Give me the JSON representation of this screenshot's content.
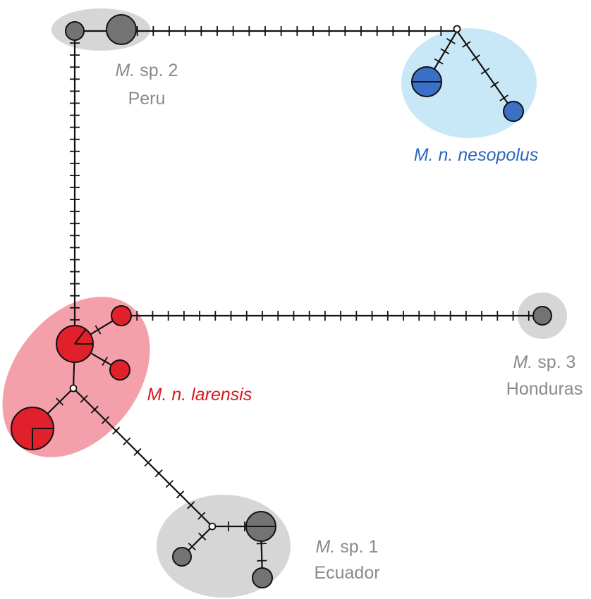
{
  "colors": {
    "group_gray_fill": "#d6d6d6",
    "group_blue_fill": "#c9e8f7",
    "group_red_fill": "#f4a0ab",
    "node_gray": "#737373",
    "node_blue": "#3a70c5",
    "node_red": "#e0202a",
    "label_gray": "#8a8a8a",
    "label_blue": "#2c67bb",
    "label_red": "#d71920",
    "edge": "#111111"
  },
  "groups": [
    {
      "id": "sp2",
      "genus": "M.",
      "name": "sp. 2",
      "region": "Peru",
      "color": "gray"
    },
    {
      "id": "nesopolus",
      "genus": "M.",
      "name": "n. nesopolus",
      "region": "",
      "color": "blue"
    },
    {
      "id": "sp3",
      "genus": "M.",
      "name": "sp. 3",
      "region": "Honduras",
      "color": "gray"
    },
    {
      "id": "larensis",
      "genus": "M.",
      "name": "n. larensis",
      "region": "",
      "color": "red"
    },
    {
      "id": "sp1",
      "genus": "M.",
      "name": "sp. 1",
      "region": "Ecuador",
      "color": "gray"
    }
  ]
}
